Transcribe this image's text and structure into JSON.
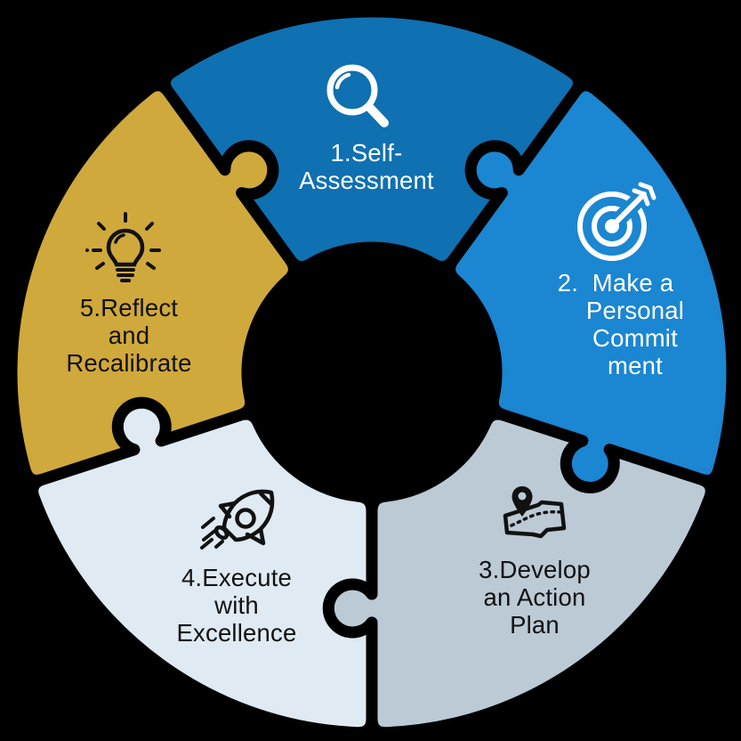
{
  "diagram": {
    "type": "puzzle-cycle",
    "background_color": "#000000",
    "divider_color": "#000000",
    "segments": [
      {
        "step": 1,
        "label_text": "1.Self-Assessment",
        "label_lines": [
          "1.Self-",
          "Assessment"
        ],
        "color": "#0F70B2",
        "text_color": "#FFFFFF",
        "icon": "magnifier-icon"
      },
      {
        "step": 2,
        "label_text": "2.  Make a Personal Commitment",
        "label_lines": [
          "2.  Make a",
          "Personal",
          "Commit",
          "ment"
        ],
        "color": "#1B86D1",
        "text_color": "#FFFFFF",
        "icon": "target-arrow-icon"
      },
      {
        "step": 3,
        "label_text": "3.Develop an Action Plan",
        "label_lines": [
          "3.Develop",
          "an Action",
          "Plan"
        ],
        "color": "#BCCAD6",
        "text_color": "#111111",
        "icon": "map-pin-icon"
      },
      {
        "step": 4,
        "label_text": "4.Execute with Excellence",
        "label_lines": [
          "4.Execute",
          "with",
          "Excellence"
        ],
        "color": "#DFEAF2",
        "text_color": "#111111",
        "icon": "rocket-icon"
      },
      {
        "step": 5,
        "label_text": "5.Reflect and Recalibrate",
        "label_lines": [
          "5.Reflect",
          "and",
          "Recalibrate"
        ],
        "color": "#D0A93C",
        "text_color": "#111111",
        "icon": "lightbulb-icon"
      }
    ]
  }
}
